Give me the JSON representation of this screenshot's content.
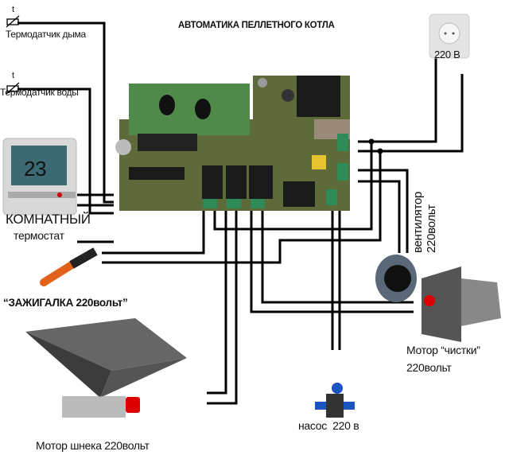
{
  "title": "АВТОМАТИКА ПЕЛЛЕТНОГО КОТЛА",
  "sensors": {
    "symbol": "t",
    "smoke": "Термодатчик дыма",
    "water": "Термодатчик воды"
  },
  "thermostat": {
    "line1": "КОМНАТНЫЙ",
    "line2": "термостат",
    "display": "23"
  },
  "socket": {
    "label": "220 В"
  },
  "fan": {
    "line1": "вентилятор",
    "line2": "220вольт"
  },
  "igniter": {
    "label": "“ЗАЖИГАЛКА 220вольт”"
  },
  "cleaning_motor": {
    "line1": "Мотор “чистки”",
    "line2": "220вольт"
  },
  "pump": {
    "label": "насос  220 в"
  },
  "auger_motor": {
    "label": "Мотор шнека 220вольт"
  },
  "colors": {
    "board": "#5f6a3a",
    "lcd": "#4f8a4a",
    "wire": "#000000",
    "relay": "#1a1a1a",
    "terminal": "#2e8b57"
  }
}
